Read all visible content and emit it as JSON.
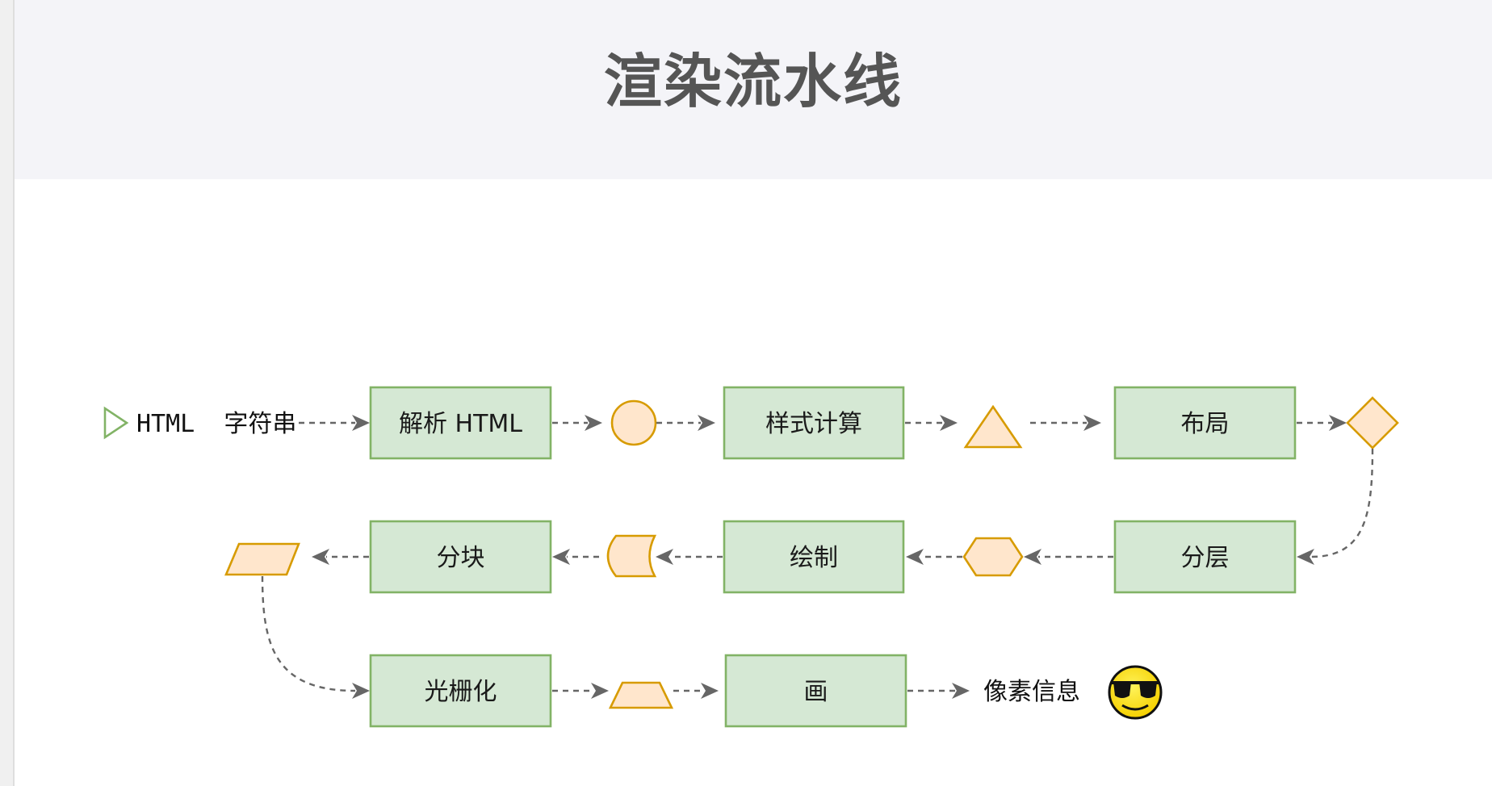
{
  "page": {
    "title": "渲染流水线"
  },
  "diagram": {
    "start_label": "HTML  字符串",
    "end_label": "像素信息",
    "end_icon": "sunglasses-smiley-icon",
    "nodes": {
      "parse_html": "解析 HTML",
      "style_calc": "样式计算",
      "layout": "布局",
      "layer": "分层",
      "paint": "绘制",
      "tiling": "分块",
      "raster": "光栅化",
      "draw": "画"
    },
    "intermediate_shapes": [
      "circle",
      "triangle",
      "diamond",
      "hexagon",
      "curved-rectangle",
      "parallelogram",
      "trapezoid"
    ],
    "colors": {
      "process_fill": "#d5e8d4",
      "process_stroke": "#82b366",
      "shape_fill": "#ffe6cc",
      "shape_stroke": "#d79b00",
      "edge": "#666666",
      "start_marker": "#82b366"
    }
  }
}
